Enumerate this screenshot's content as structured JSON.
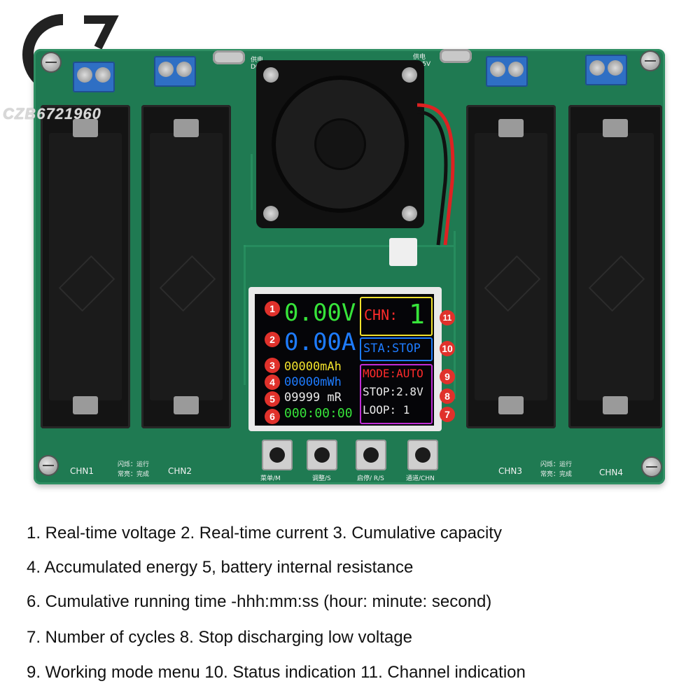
{
  "watermark": {
    "text": "CZB6721960"
  },
  "board": {
    "power_labels": [
      "供电 DC5V",
      "供电 DC5V"
    ],
    "channels": [
      "CHN1",
      "CHN2",
      "CHN3",
      "CHN4"
    ],
    "led_notes": [
      {
        "line1": "闪烁：运行",
        "line2": "常亮：完成"
      },
      {
        "line1": "闪烁：运行",
        "line2": "常亮：完成"
      }
    ],
    "buttons": [
      "菜单/M",
      "调整/S",
      "启停/ R/S",
      "通道/CHN"
    ]
  },
  "lcd": {
    "voltage": "0.00V",
    "current": "0.00A",
    "capacity": "00000mAh",
    "energy": "00000mWh",
    "resistance": "09999 mR",
    "time": "000:00:00",
    "channel_label": "CHN:",
    "channel_value": "1",
    "status": "STA:STOP",
    "mode": "MODE:AUTO",
    "stop": "STOP:2.8V",
    "loop": "LOOP: 1"
  },
  "markers": [
    "1",
    "2",
    "3",
    "4",
    "5",
    "6",
    "7",
    "8",
    "9",
    "10",
    "11"
  ],
  "legend": [
    "1. Real-time voltage   2. Real-time current   3. Cumulative capacity",
    "4. Accumulated energy   5, battery internal resistance",
    "6. Cumulative running time -hhh:mm:ss (hour: minute: second)",
    "7. Number of cycles   8. Stop discharging low voltage",
    "9. Working mode menu   10. Status indication   11. Channel indication"
  ],
  "colors": {
    "pcb": "#1f7a52",
    "marker": "#e0312b",
    "lcd_green": "#37e43a",
    "lcd_blue": "#1e7cff",
    "lcd_yellow": "#f2e22c",
    "lcd_red": "#ff2b2b"
  }
}
